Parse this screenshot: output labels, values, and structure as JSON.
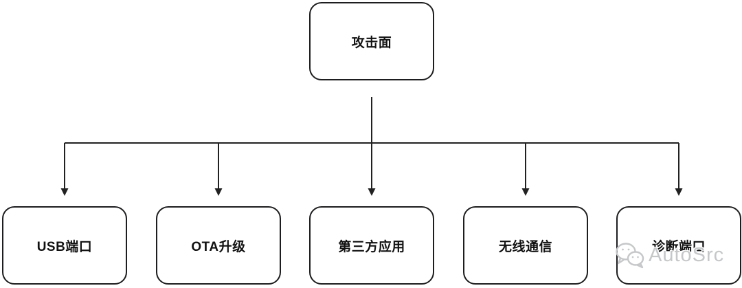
{
  "diagram": {
    "root": {
      "label": "攻击面"
    },
    "children": [
      {
        "label": "USB端口"
      },
      {
        "label": "OTA升级"
      },
      {
        "label": "第三方应用"
      },
      {
        "label": "无线通信"
      },
      {
        "label": "诊断端口"
      }
    ]
  },
  "watermark": {
    "text": "AutoSrc",
    "icon": "wechat-icon"
  },
  "colors": {
    "background": "#ffffff",
    "line": "#212121",
    "box_border": "#1d1d1f",
    "text": "#111111",
    "watermark": "#c5c7c9"
  }
}
